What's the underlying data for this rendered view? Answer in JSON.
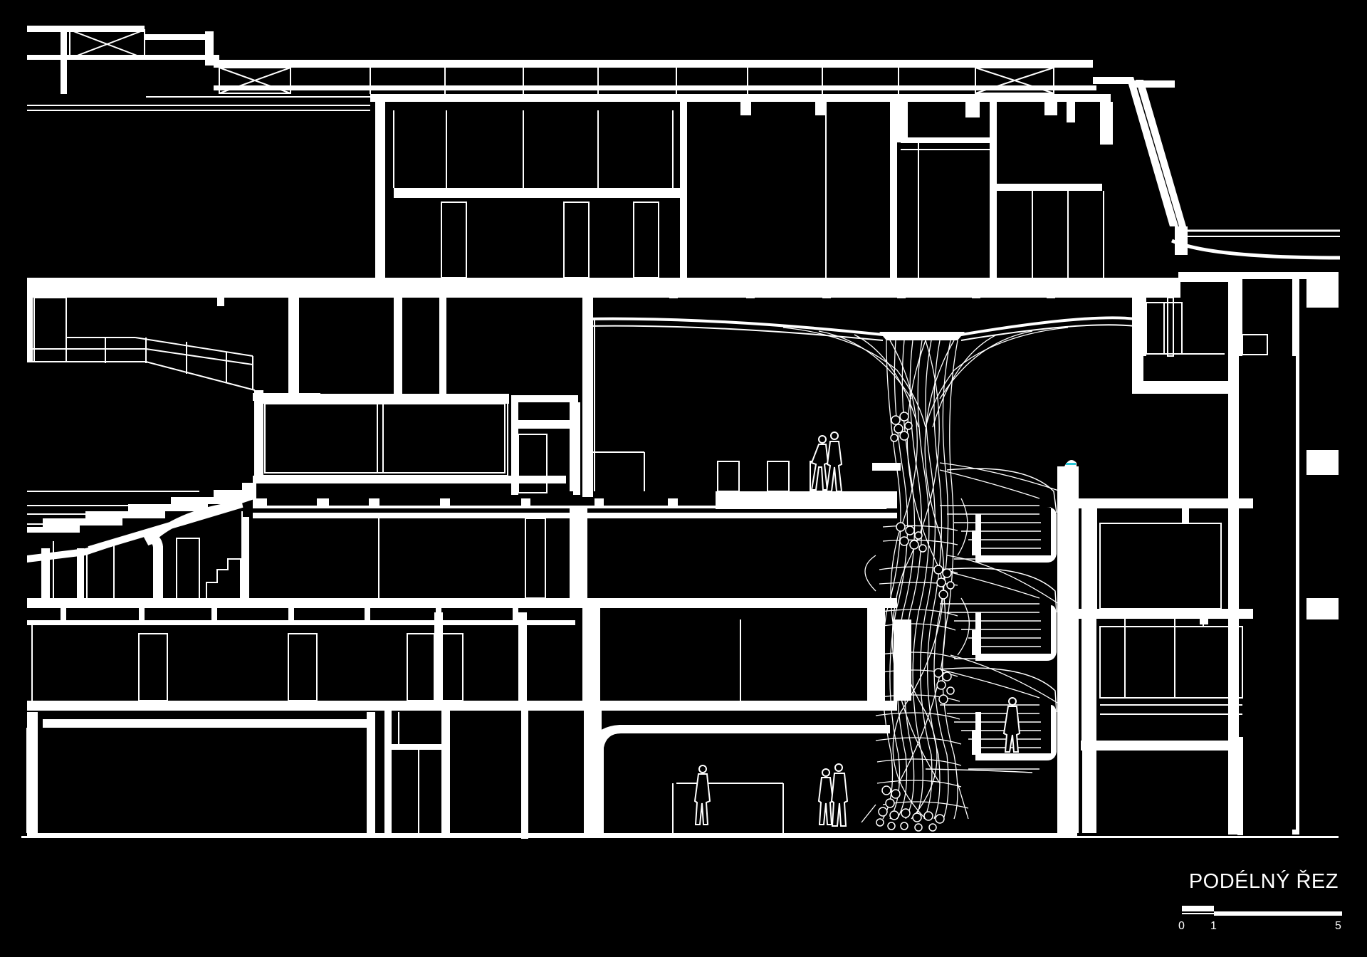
{
  "drawing": {
    "title": "PODÉLNÝ ŘEZ",
    "scale_labels": [
      "0",
      "1",
      "5"
    ],
    "colors": {
      "background": "#000000",
      "line": "#ffffff",
      "accent": "#29c8d8"
    }
  }
}
